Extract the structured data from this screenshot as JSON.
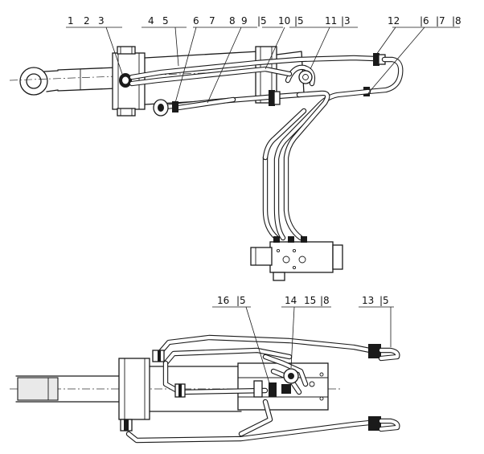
{
  "top_view": {
    "callouts": [
      {
        "id": "c1",
        "text": "1"
      },
      {
        "id": "c2",
        "text": "2"
      },
      {
        "id": "c3",
        "text": "3"
      },
      {
        "id": "c4",
        "text": "4"
      },
      {
        "id": "c5a",
        "text": "5"
      },
      {
        "id": "c6",
        "text": "6"
      },
      {
        "id": "c7",
        "text": "7"
      },
      {
        "id": "c8",
        "text": "8"
      },
      {
        "id": "c9",
        "text": "9"
      },
      {
        "id": "c5b",
        "text": "|5"
      },
      {
        "id": "c10",
        "text": "10"
      },
      {
        "id": "c5c",
        "text": "|5"
      },
      {
        "id": "c11",
        "text": "11"
      },
      {
        "id": "c3b",
        "text": "|3"
      },
      {
        "id": "c12",
        "text": "12"
      },
      {
        "id": "c6b",
        "text": "|6"
      },
      {
        "id": "c7b",
        "text": "|7"
      },
      {
        "id": "c8b",
        "text": "|8"
      }
    ]
  },
  "bottom_view": {
    "callouts": [
      {
        "id": "c16",
        "text": "16"
      },
      {
        "id": "c5d",
        "text": "|5"
      },
      {
        "id": "c14",
        "text": "14"
      },
      {
        "id": "c15",
        "text": "15"
      },
      {
        "id": "c8c",
        "text": "|8"
      },
      {
        "id": "c13",
        "text": "13"
      },
      {
        "id": "c5e",
        "text": "|5"
      }
    ]
  }
}
